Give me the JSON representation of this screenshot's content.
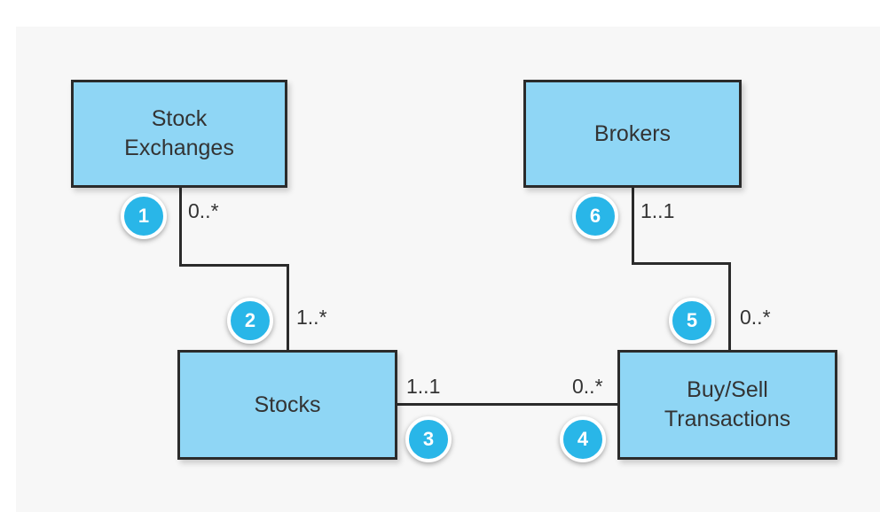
{
  "colors": {
    "entity_fill": "#8fd6f5",
    "entity_border": "#2b2b2b",
    "badge_fill": "#29b6e8",
    "panel_background": "#f7f7f7"
  },
  "entities": {
    "stock_exchanges": "Stock\nExchanges",
    "brokers": "Brokers",
    "stocks": "Stocks",
    "buy_sell_transactions": "Buy/Sell\nTransactions"
  },
  "multiplicities": {
    "exchanges_to_stocks_source": "0..*",
    "exchanges_to_stocks_target": "1..*",
    "stocks_to_transactions_source": "1..1",
    "stocks_to_transactions_target": "0..*",
    "brokers_to_transactions_source": "1..1",
    "brokers_to_transactions_target": "0..*"
  },
  "badges": [
    "1",
    "2",
    "3",
    "4",
    "5",
    "6"
  ]
}
